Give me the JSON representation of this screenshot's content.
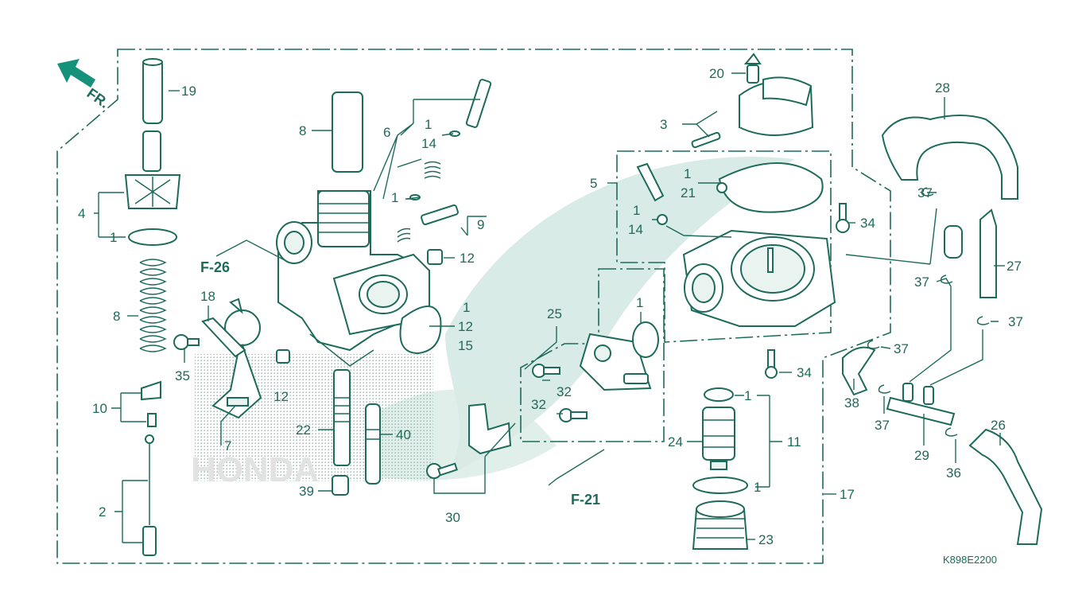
{
  "diagram": {
    "title": "",
    "drawing_code": "K898E2200",
    "direction_label": "FR.",
    "refs": [
      "F-26",
      "F-21"
    ],
    "watermark_text": "HONDA",
    "colors": {
      "line": "#1d6b5b",
      "accent": "#16917a",
      "watermark": "#d9ebe6",
      "background": "#ffffff"
    },
    "callouts": {
      "c19": "19",
      "c4": "4",
      "c4_1": "1",
      "c8_left": "8",
      "c10": "10",
      "c2": "2",
      "c35": "35",
      "c18": "18",
      "c12_a": "12",
      "c7": "7",
      "c8_top": "8",
      "c6": "6",
      "c6_1": "1",
      "c6_14": "14",
      "c6_1b": "1",
      "c9": "9",
      "c12_b": "12",
      "c1_gasket": "1",
      "c12_c": "12",
      "c15": "15",
      "c22": "22",
      "c40": "40",
      "c39": "39",
      "c25": "25",
      "c1_oring": "1",
      "c32_a": "32",
      "c32_b": "32",
      "c30": "30",
      "c20": "20",
      "c3": "3",
      "c5": "5",
      "c1_top": "1",
      "c21": "21",
      "c1_scr": "1",
      "c14_scr": "14",
      "c34_a": "34",
      "c34_b": "34",
      "c1_a": "1",
      "c24": "24",
      "c11": "11",
      "c1_b": "1",
      "c23": "23",
      "c17": "17",
      "c28": "28",
      "c37_a": "37",
      "c37_b": "37",
      "c37_c": "37",
      "c37_d": "37",
      "c37_e": "37",
      "c27": "27",
      "c38": "38",
      "c29": "29",
      "c36": "36",
      "c26": "26"
    }
  }
}
